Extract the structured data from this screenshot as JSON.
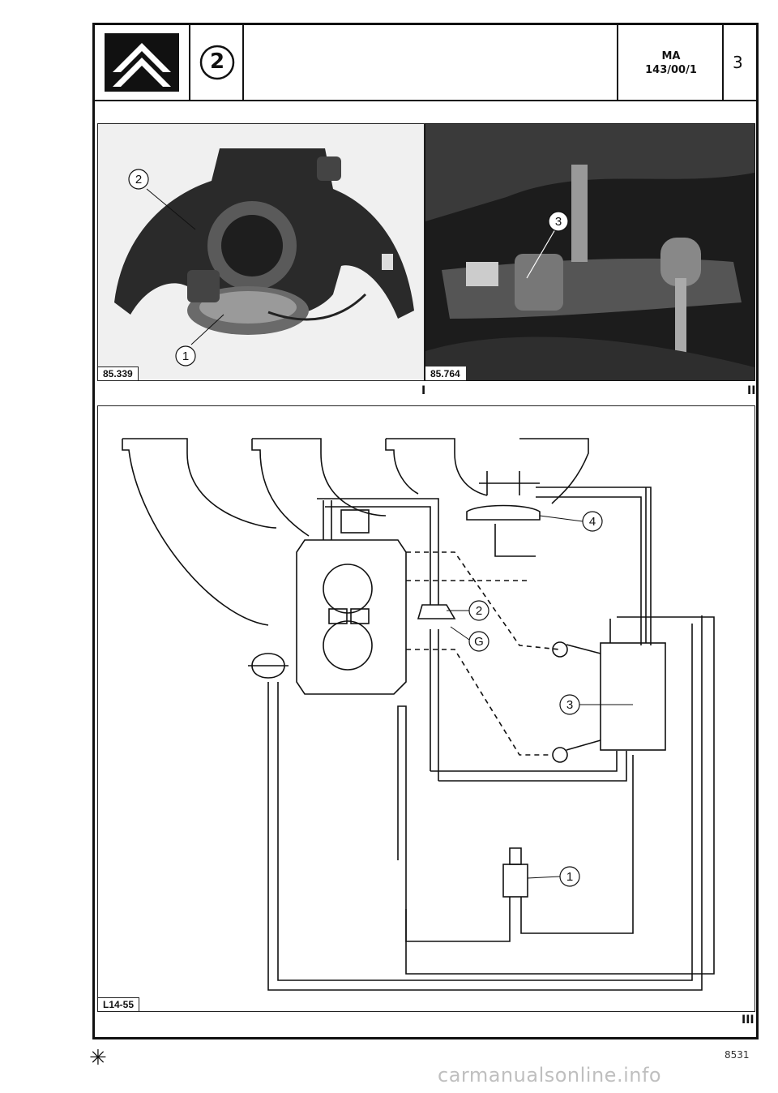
{
  "header": {
    "brand_logo": "citroen-double-chevron-logo",
    "section_badge": "2",
    "doc_code_line1": "MA",
    "doc_code_line2": "143/00/1",
    "page_number": "3"
  },
  "figures": {
    "photo_1": {
      "ref": "85.339",
      "callouts": [
        "2",
        "1"
      ]
    },
    "photo_2": {
      "ref": "85.764",
      "callouts": [
        "3"
      ]
    },
    "diagram": {
      "ref": "L14-55",
      "callouts": [
        "4",
        "2",
        "G",
        "3",
        "1"
      ]
    }
  },
  "figure_numerals": {
    "first": "I",
    "second": "II",
    "third": "III"
  },
  "footer": {
    "asterisk": "✳",
    "page_code": "8531",
    "watermark": "carmanualsonline.info"
  }
}
